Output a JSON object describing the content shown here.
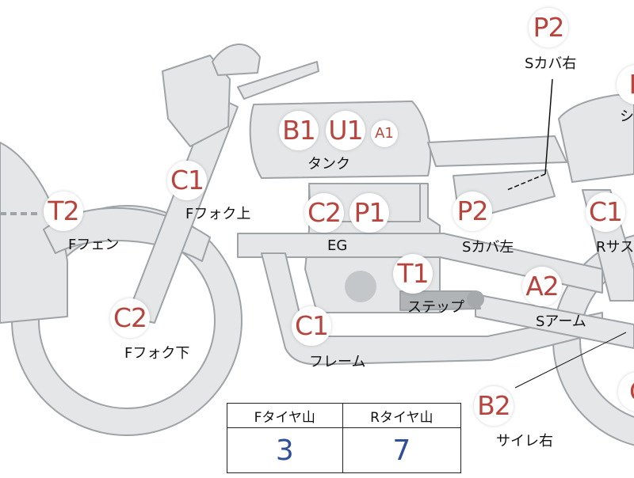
{
  "colors": {
    "bike_fill": "#e4e6e7",
    "bike_stroke": "#9da3a7",
    "badge_text": "#b8443e",
    "tire_value": "#2f4f9a"
  },
  "badges": [
    {
      "id": "P2",
      "text": "P2"
    },
    {
      "id": "P-partial",
      "text": "P"
    },
    {
      "id": "B1",
      "text": "B1"
    },
    {
      "id": "U1",
      "text": "U1"
    },
    {
      "id": "A1",
      "text": "A1"
    },
    {
      "id": "C1-fork",
      "text": "C1"
    },
    {
      "id": "T2",
      "text": "T2"
    },
    {
      "id": "C2-eg",
      "text": "C2"
    },
    {
      "id": "P1",
      "text": "P1"
    },
    {
      "id": "P2-left",
      "text": "P2"
    },
    {
      "id": "C1-rsus",
      "text": "C1"
    },
    {
      "id": "T1",
      "text": "T1"
    },
    {
      "id": "C2-fork",
      "text": "C2"
    },
    {
      "id": "A2",
      "text": "A2"
    },
    {
      "id": "C1-frame",
      "text": "C1"
    },
    {
      "id": "B2",
      "text": "B2"
    },
    {
      "id": "C-partial",
      "text": "C"
    }
  ],
  "labels": {
    "s_cover_right": "Sカバ右",
    "seat_partial": "シ",
    "tank": "タンク",
    "f_fork_upper": "Fフォク上",
    "f_fender": "Fフェン",
    "engine": "EG",
    "s_cover_left": "Sカバ左",
    "r_sus_partial": "Rサス",
    "step": "ステップ",
    "swing_arm": "Sアーム",
    "f_fork_lower": "Fフォク下",
    "frame": "フレーム",
    "silencer_right": "サイレ右"
  },
  "tire_table": {
    "headers": [
      "Fタイヤ山",
      "Rタイヤ山"
    ],
    "values": [
      "3",
      "7"
    ]
  }
}
